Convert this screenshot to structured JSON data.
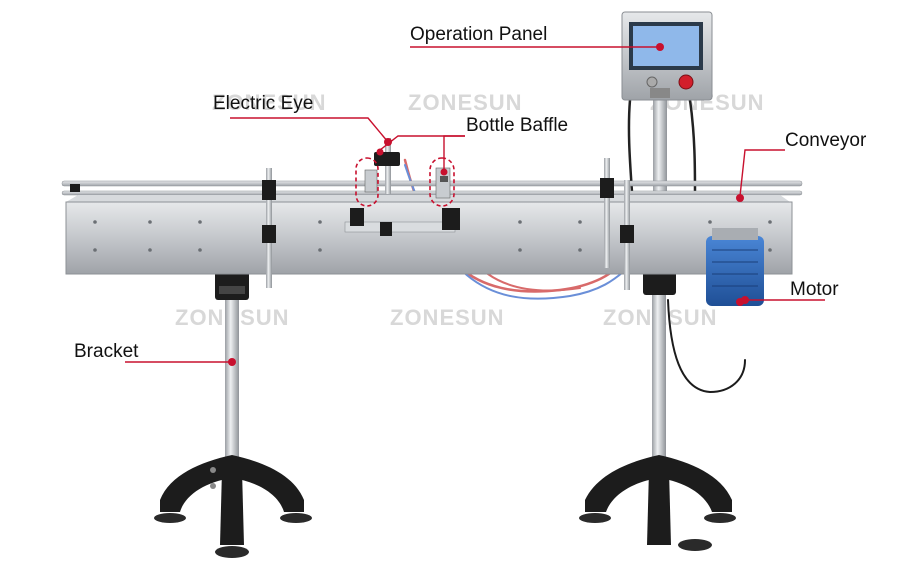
{
  "callouts": {
    "operation_panel": "Operation Panel",
    "electric_eye": "Electric Eye",
    "bottle_baffle": "Bottle Baffle",
    "conveyor": "Conveyor",
    "motor": "Motor",
    "bracket": "Bracket"
  },
  "watermark": "ZONESUN",
  "colors": {
    "callout_line": "#c8102e",
    "callout_dot": "#c8102e",
    "steel": "#c9ccd0",
    "black_parts": "#1c1c1c",
    "motor_blue": "#2f6fc4",
    "cable_red": "#d86a6a",
    "cable_blue": "#6a8fd8",
    "screen_blue": "#8fb8ea"
  }
}
